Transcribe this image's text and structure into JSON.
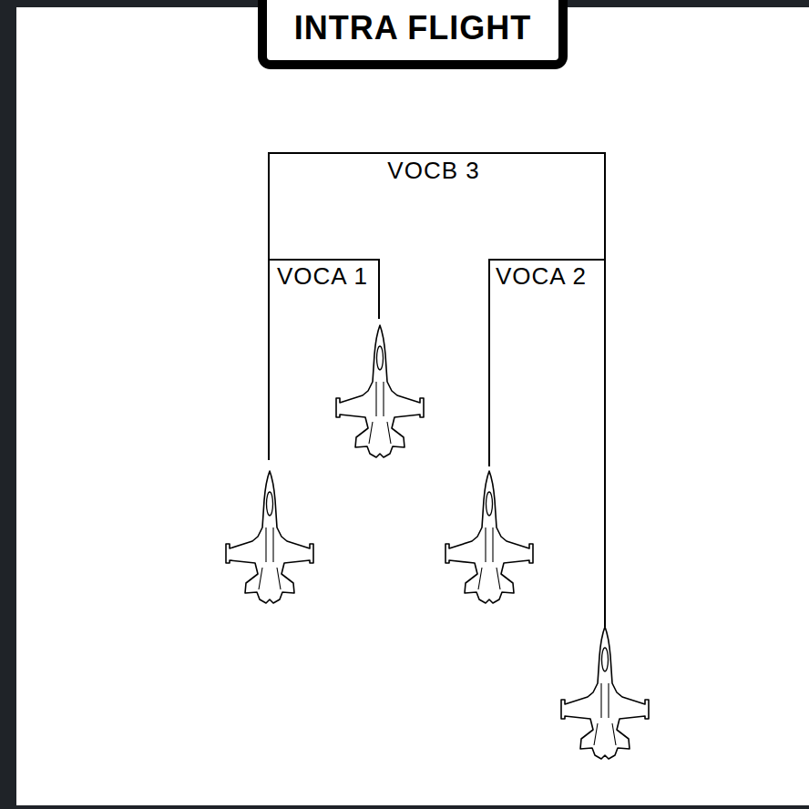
{
  "diagram": {
    "title": "INTRA FLIGHT",
    "labels": [
      "VOCB 3",
      "VOCA 1",
      "VOCA 2"
    ]
  }
}
